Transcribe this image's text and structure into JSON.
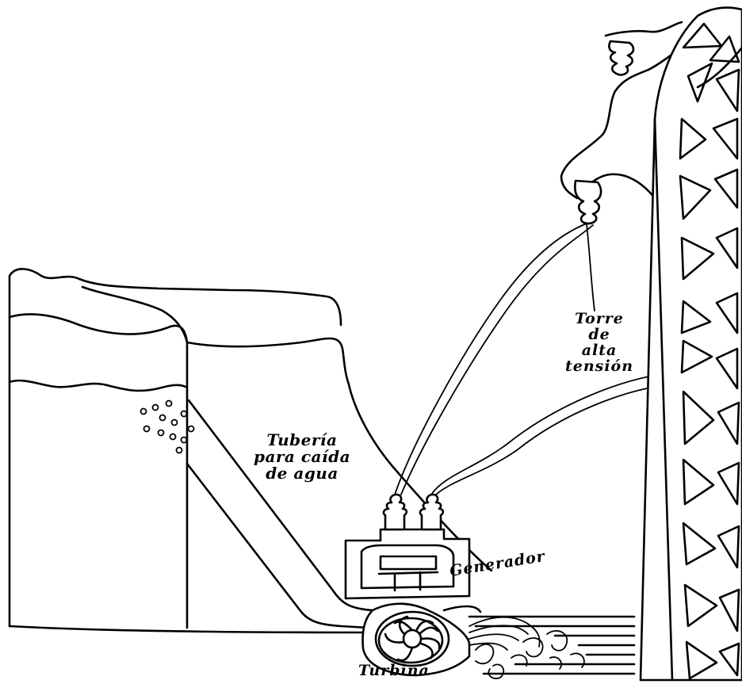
{
  "diagram": {
    "labels": {
      "tower": [
        "Torre",
        "de",
        "alta",
        "tensión"
      ],
      "pipe": [
        "Tubería",
        "para caída",
        "de agua"
      ],
      "generator": "Generador",
      "turbine": "Turbina"
    },
    "colors": {
      "ink": "#000000",
      "background": "#ffffff"
    }
  }
}
